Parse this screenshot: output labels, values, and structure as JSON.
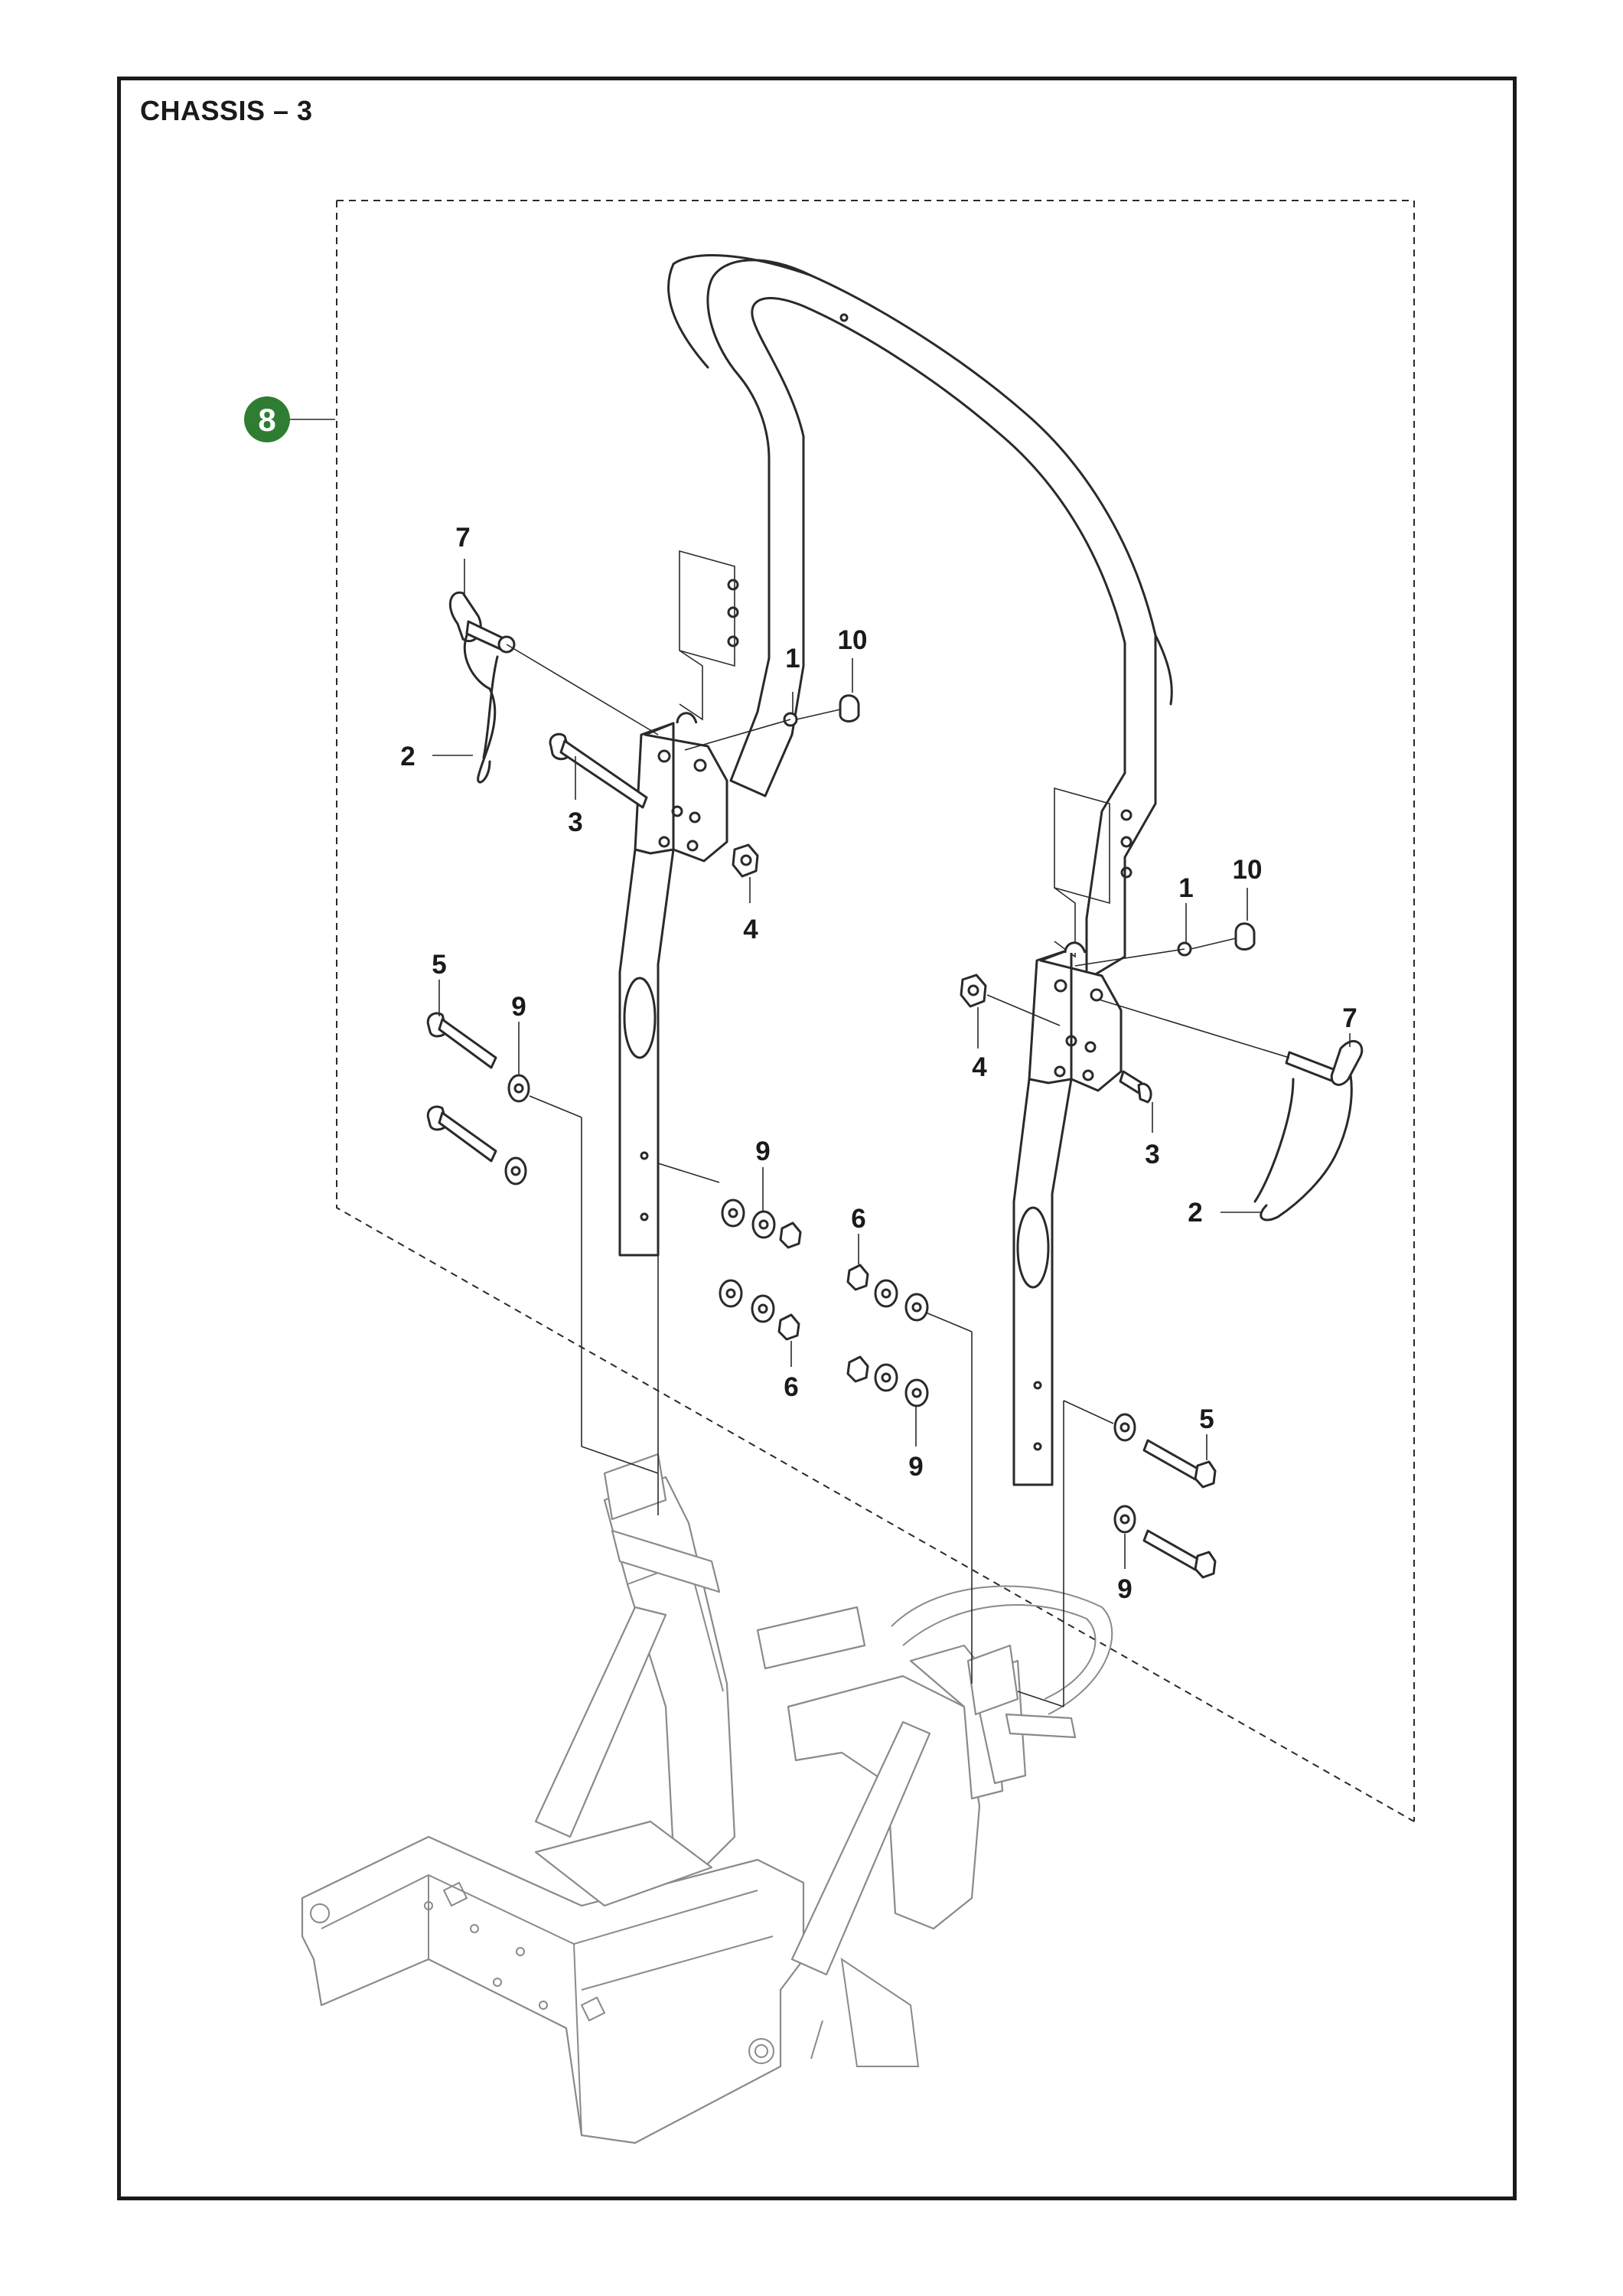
{
  "page": {
    "title": "CHASSIS – 3"
  },
  "callouts": {
    "assembly": "8",
    "c1_left": "1",
    "c10_left": "10",
    "c7_left": "7",
    "c2_left": "2",
    "c3_left": "3",
    "c4_left": "4",
    "c5_left": "5",
    "c9_left": "9",
    "c9_mid_upper": "9",
    "c6_mid_upper": "6",
    "c6_mid_lower": "6",
    "c9_mid_lower": "9",
    "c1_right": "1",
    "c10_right": "10",
    "c4_right": "4",
    "c7_right": "7",
    "c3_right": "3",
    "c2_right": "2",
    "c5_right": "5",
    "c9_right": "9"
  },
  "colors": {
    "badge": "#2e7d32",
    "line": "#2a2a2a",
    "chassis": "#8a8a8a"
  }
}
